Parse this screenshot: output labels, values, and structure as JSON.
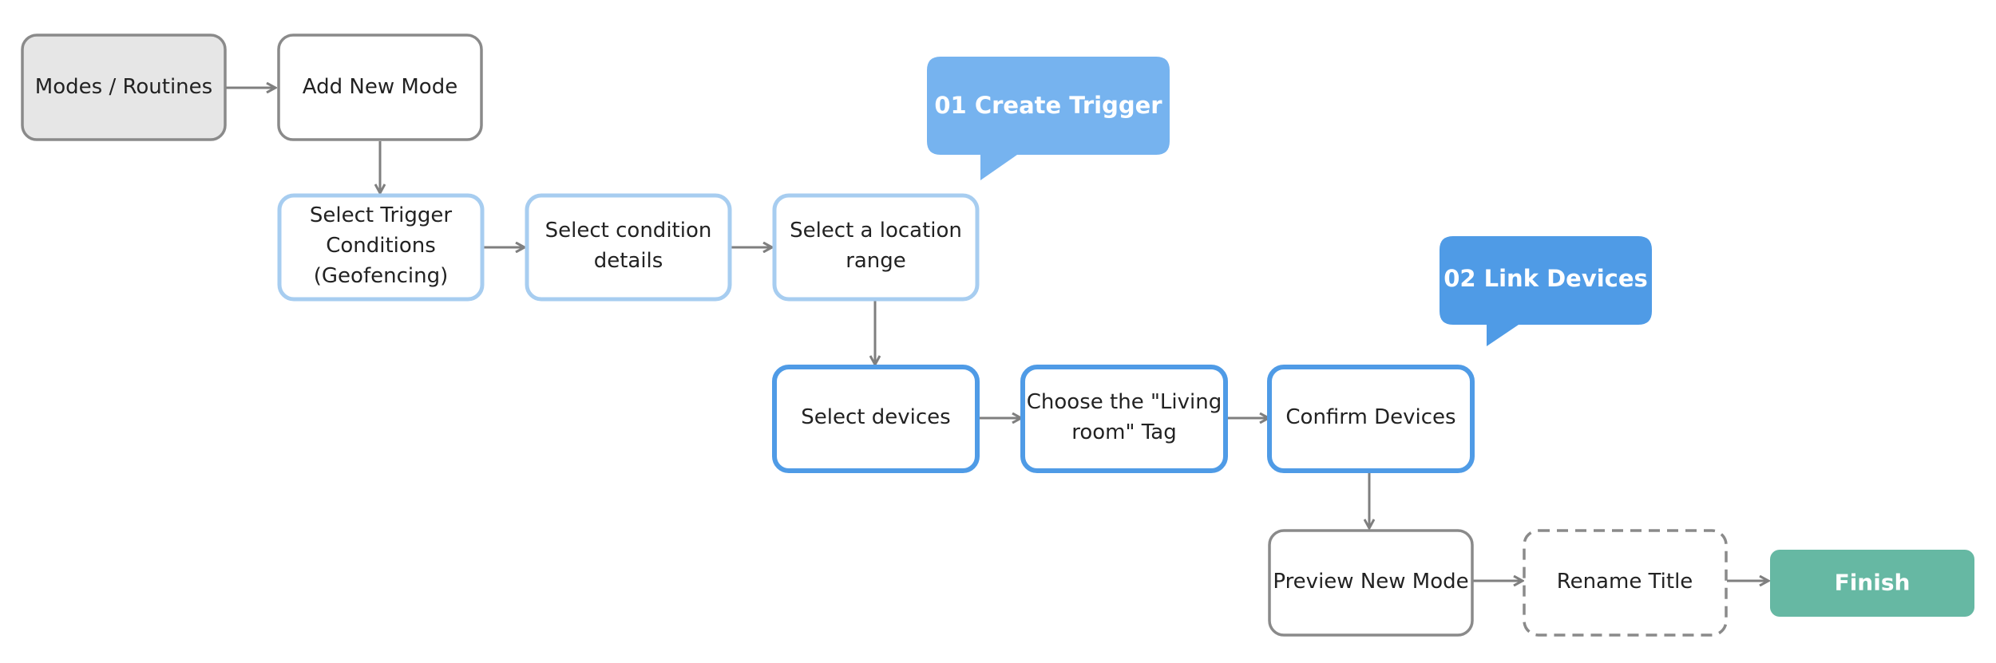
{
  "nodes": {
    "modes_routines": {
      "lines": [
        "Modes / Routines"
      ]
    },
    "add_new_mode": {
      "lines": [
        "Add New Mode"
      ]
    },
    "select_trigger_conditions": {
      "lines": [
        "Select Trigger",
        "Conditions",
        "(Geofencing)"
      ]
    },
    "select_condition_details": {
      "lines": [
        "Select condition",
        "details"
      ]
    },
    "select_location_range": {
      "lines": [
        "Select a location",
        "range"
      ]
    },
    "select_devices": {
      "lines": [
        "Select devices"
      ]
    },
    "choose_living_room_tag": {
      "lines": [
        "Choose the \"Living",
        "room\" Tag"
      ]
    },
    "confirm_devices": {
      "lines": [
        "Confirm Devices"
      ]
    },
    "preview_new_mode": {
      "lines": [
        "Preview New Mode"
      ]
    },
    "rename_title": {
      "lines": [
        "Rename Title"
      ]
    },
    "finish": {
      "lines": [
        "Finish"
      ]
    }
  },
  "callouts": {
    "create_trigger": {
      "label": "01 Create Trigger"
    },
    "link_devices": {
      "label": "02 Link Devices"
    }
  },
  "colors": {
    "gray_border": "#8a8a8a",
    "gray_fill": "#e6e6e6",
    "light_blue_border": "#a7cdf0",
    "blue_border": "#4f9be6",
    "callout_light_blue": "#76b3ef",
    "callout_blue": "#4f9be6",
    "finish_fill": "#66b8a3",
    "arrow": "#7f7f7f"
  }
}
